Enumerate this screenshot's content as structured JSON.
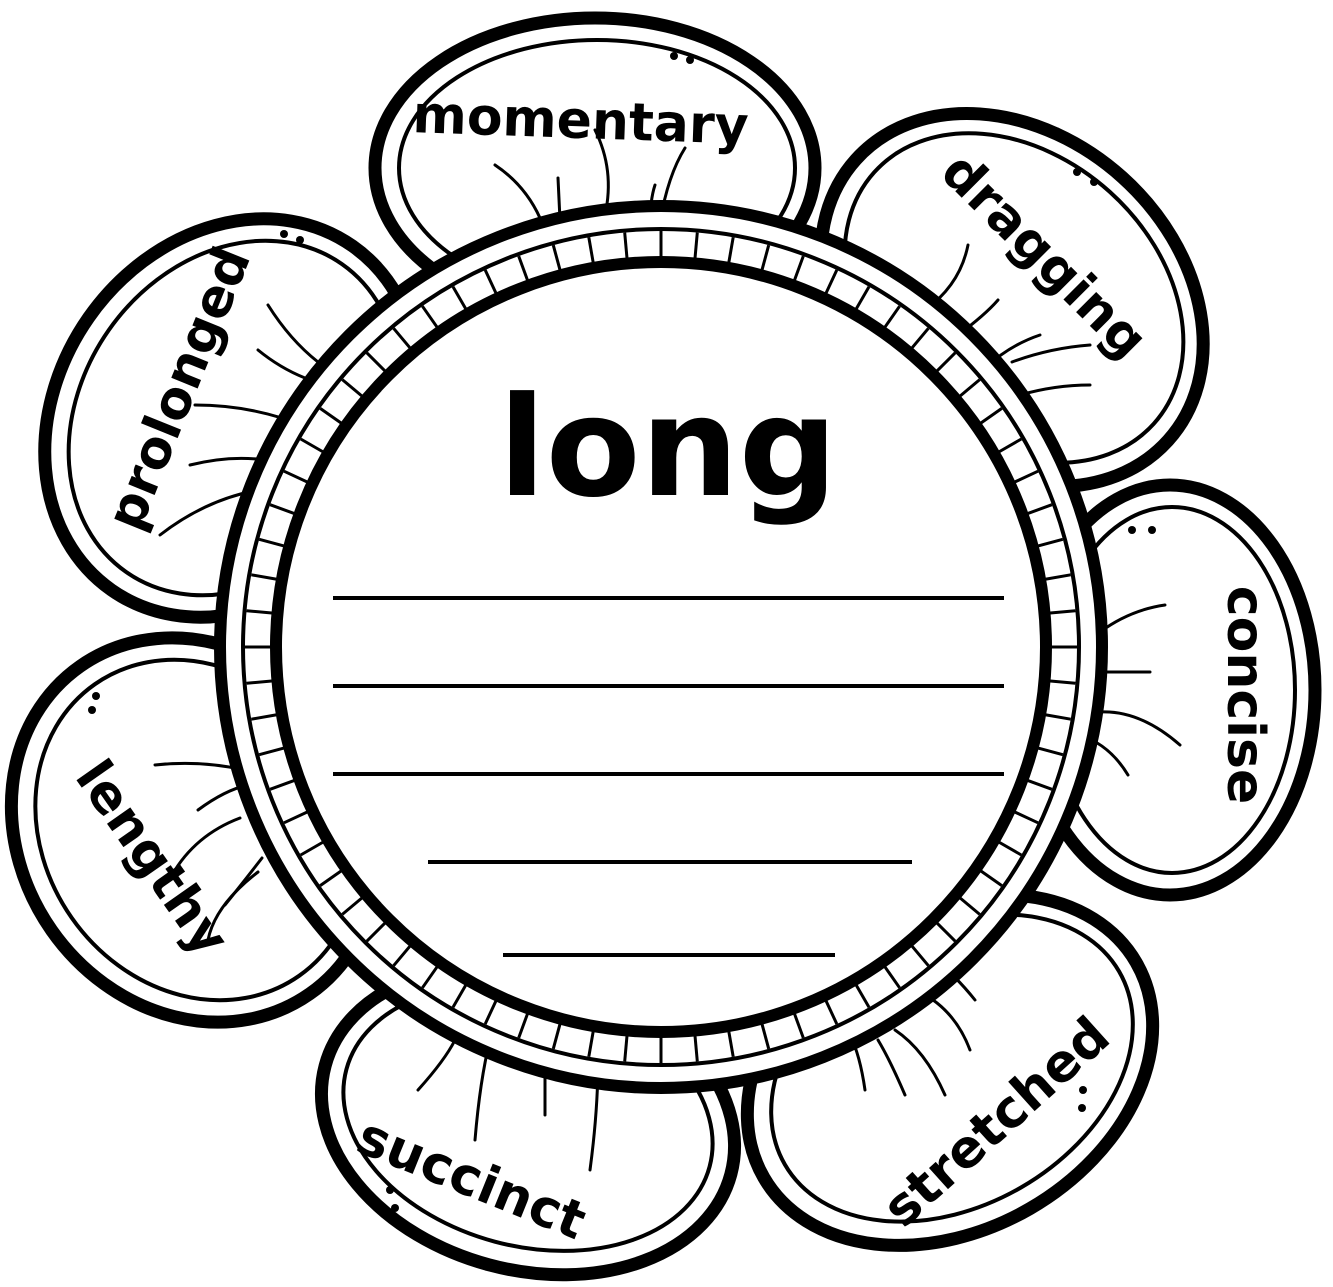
{
  "center_word": "long",
  "petals": [
    {
      "word": "momentary"
    },
    {
      "word": "dragging"
    },
    {
      "word": "concise"
    },
    {
      "word": "stretched"
    },
    {
      "word": "succinct"
    },
    {
      "word": "lengthy"
    },
    {
      "word": "prolonged"
    }
  ],
  "writing_lines": 5,
  "colors": {
    "ink": "#000000",
    "paper": "#ffffff"
  }
}
